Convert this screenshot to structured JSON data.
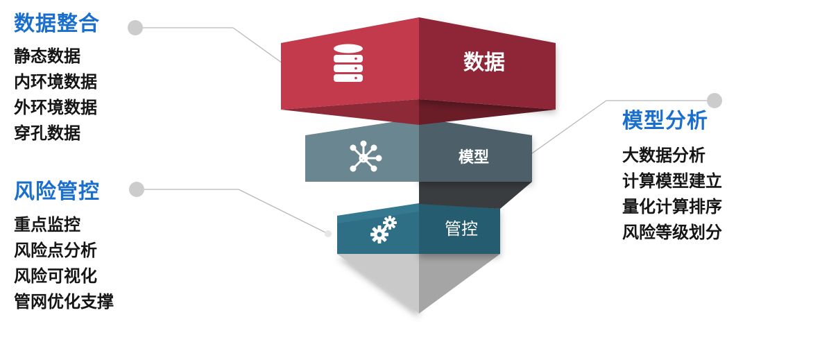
{
  "colors": {
    "heading": "#1a6fcc",
    "text": "#151515",
    "data_tier_front": "#c33a4c",
    "data_tier_side": "#8e2838",
    "model_tier_front": "#6a8690",
    "model_tier_side": "#4d616b",
    "control_tier_front": "#2f6f86",
    "control_tier_side": "#285c70",
    "tip_light": "#c9c9c9",
    "tip_dark": "#a5a5a5",
    "connector": "#b8b8b8"
  },
  "icons": {
    "data": "database-icon",
    "model": "network-nodes-icon",
    "control": "gears-icon"
  },
  "groups": {
    "data_integration": {
      "title": "数据整合",
      "items": [
        "静态数据",
        "内环境数据",
        "外环境数据",
        "穿孔数据"
      ]
    },
    "risk_control": {
      "title": "风险管控",
      "items": [
        "重点监控",
        "风险点分析",
        "风险可视化",
        "管网优化支撑"
      ]
    },
    "model_analysis": {
      "title": "模型分析",
      "items": [
        "大数据分析",
        "计算模型建立",
        "量化计算排序",
        "风险等级划分"
      ]
    }
  },
  "tiers": {
    "data": "数据",
    "model": "模型",
    "control": "管控"
  }
}
